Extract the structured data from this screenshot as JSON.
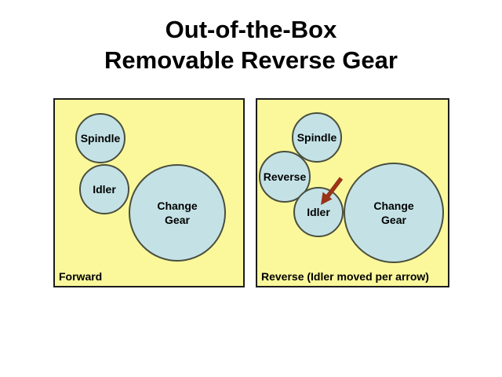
{
  "slide": {
    "title_line1": "Out-of-the-Box",
    "title_line2": "Removable Reverse Gear"
  },
  "colors": {
    "panel_background": "#FAF89B",
    "gear_fill": "#C4E2E6",
    "gear_border": "#4A4F3E",
    "panel_border": "#1C1C1C",
    "arrow": "#9A3317",
    "text": "#000000",
    "page_background": "#FFFFFF"
  },
  "panels": [
    {
      "caption": "Forward",
      "circles": [
        {
          "label": "Spindle"
        },
        {
          "label": "Idler"
        },
        {
          "label": "Change Gear"
        }
      ]
    },
    {
      "caption": "Reverse (Idler moved per arrow)",
      "circles": [
        {
          "label": "Spindle"
        },
        {
          "label": "Reverse"
        },
        {
          "label": "Idler"
        },
        {
          "label": "Change Gear"
        }
      ],
      "arrow_icon": "arrow-pointing-down-left-at-idler"
    }
  ]
}
